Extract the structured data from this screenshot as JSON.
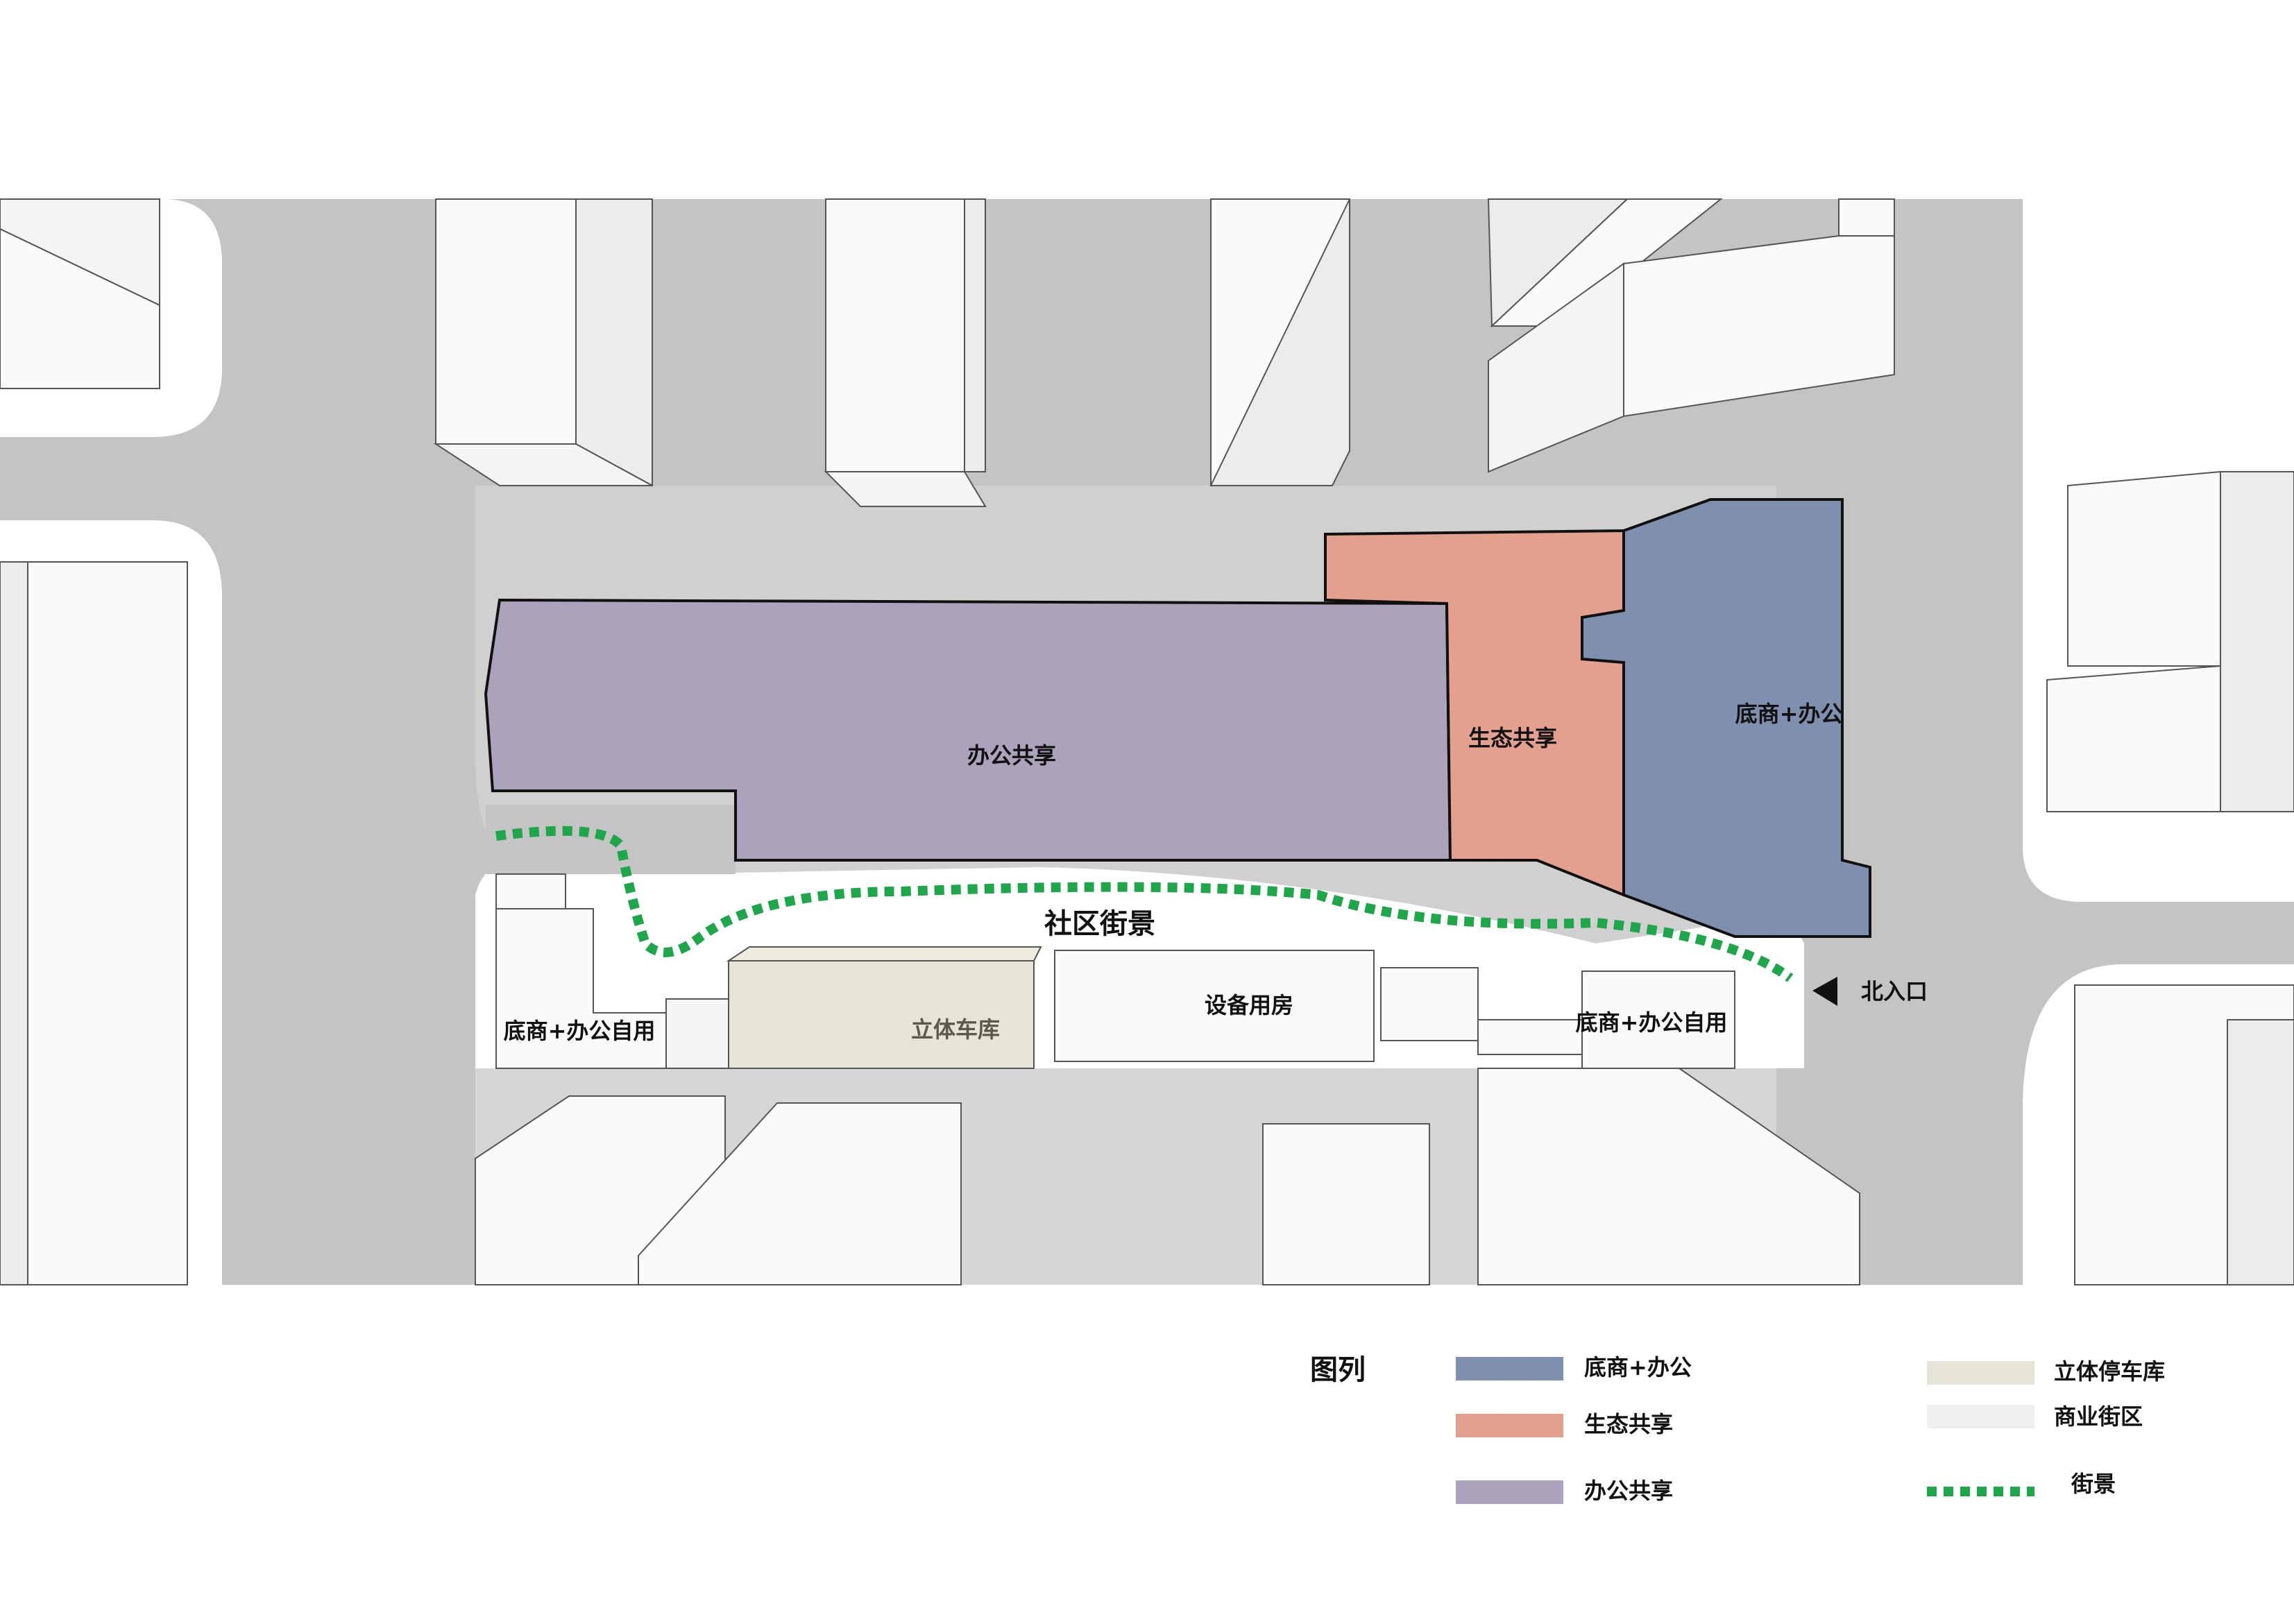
{
  "diagram": {
    "labels": {
      "office_share": "办公共享",
      "eco_share": "生态共享",
      "retail_office": "底商+办公",
      "community_street": "社区街景",
      "north_entrance": "北入口",
      "retail_office_self_left": "底商+办公自用",
      "garage": "立体车库",
      "equipment_room": "设备用房",
      "retail_office_self_right": "底商+办公自用"
    },
    "colors": {
      "retail_office": "#7f8fae",
      "eco_share": "#e4a08f",
      "office_share": "#aba2bc",
      "garage": "#e6e4d6",
      "street_block": "#f0f0ee",
      "street_path": "#1fa64a",
      "road": "#c4c4c4",
      "building": "#fafaf8"
    }
  },
  "legend": {
    "title": "图列",
    "items": [
      {
        "label": "底商+办公",
        "color": "#7f8fae"
      },
      {
        "label": "生态共享",
        "color": "#e4a08f"
      },
      {
        "label": "办公共享",
        "color": "#aba2bc"
      },
      {
        "label": "立体停车库",
        "color": "#e6e4d6"
      },
      {
        "label": "商业街区",
        "color": "#f0f0ee"
      },
      {
        "label": "街景",
        "color": "#1fa64a",
        "style": "dotted"
      }
    ]
  }
}
